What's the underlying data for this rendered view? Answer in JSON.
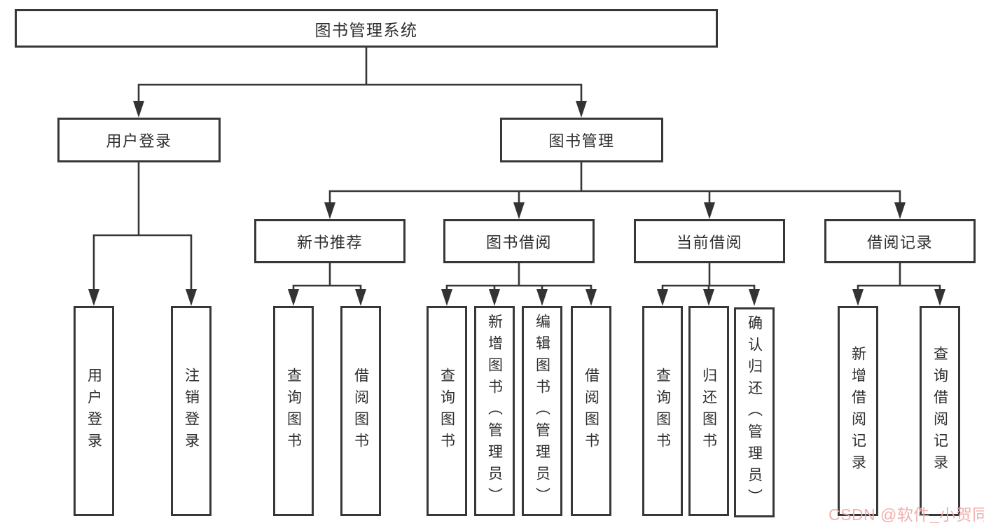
{
  "page": {
    "title": "图书管理系统"
  },
  "tree": {
    "root": "图书管理系统",
    "branches": [
      {
        "label": "用户登录",
        "children": [
          {
            "label": "用户登录"
          },
          {
            "label": "注销登录"
          }
        ]
      },
      {
        "label": "图书管理",
        "children": [
          {
            "label": "新书推荐",
            "children": [
              {
                "label": "查询图书"
              },
              {
                "label": "借阅图书"
              }
            ]
          },
          {
            "label": "图书借阅",
            "children": [
              {
                "label": "查询图书"
              },
              {
                "label": "新增图书（管理员）"
              },
              {
                "label": "编辑图书（管理员）"
              },
              {
                "label": "借阅图书"
              }
            ]
          },
          {
            "label": "当前借阅",
            "children": [
              {
                "label": "查询图书"
              },
              {
                "label": "归还图书"
              },
              {
                "label": "确认归还（管理员）"
              }
            ]
          },
          {
            "label": "借阅记录",
            "children": [
              {
                "label": "新增借阅记录"
              },
              {
                "label": "查询借阅记录"
              }
            ]
          }
        ]
      }
    ]
  },
  "watermark": {
    "text": "CSDN @软件_小贺同学",
    "color": "#f0a8a8"
  },
  "colors": {
    "line": "#373737",
    "arrow": "#333333",
    "box_border": "#373737",
    "box_fill": "#ffffff",
    "text": "#2e2e2e",
    "background": "#ffffff"
  }
}
